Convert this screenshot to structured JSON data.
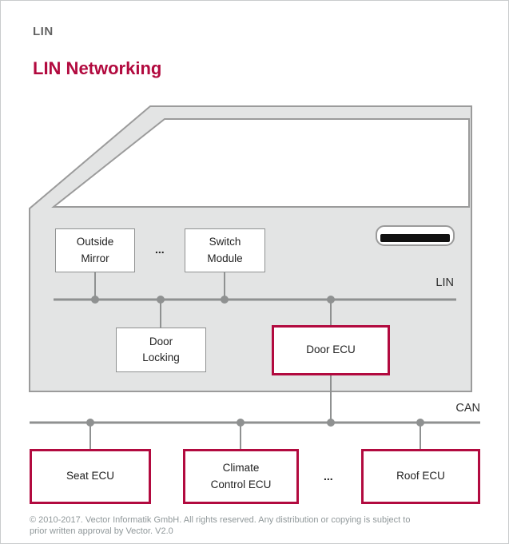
{
  "header": {
    "eyebrow": "LIN",
    "title": "LIN Networking"
  },
  "diagram": {
    "bus_labels": {
      "lin": "LIN",
      "can": "CAN"
    },
    "nodes": {
      "outside_mirror": "Outside\nMirror",
      "lin_ellipsis": "...",
      "switch_module": "Switch\nModule",
      "door_locking": "Door\nLocking",
      "door_ecu": "Door ECU",
      "seat_ecu": "Seat ECU",
      "climate_control_ecu": "Climate\nControl ECU",
      "can_ellipsis": "...",
      "roof_ecu": "Roof ECU"
    },
    "colors": {
      "accent_red": "#b20a3f",
      "door_fill": "#e3e4e4",
      "outline_gray": "#9b9b9b",
      "bus_gray": "#8f9191",
      "handle_bar_black": "#111111"
    }
  },
  "footer": {
    "lines": [
      "© 2010-2017. Vector Informatik GmbH. All rights reserved. Any distribution or copying is subject to",
      "prior written approval by Vector. V2.0"
    ]
  }
}
